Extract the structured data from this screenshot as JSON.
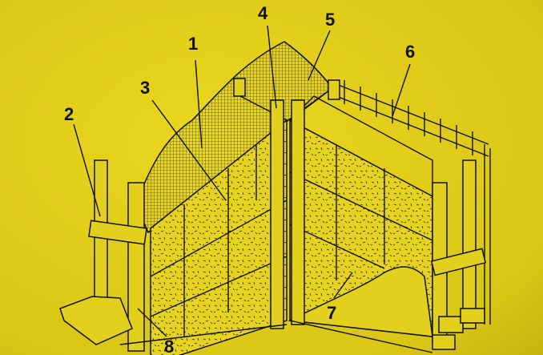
{
  "diagram": {
    "type": "straw bale wall construction illustration",
    "colors": {
      "paper": "#e3d01c",
      "ink": "#111111"
    },
    "labels": [
      {
        "id": "1",
        "text": "1"
      },
      {
        "id": "2",
        "text": "2"
      },
      {
        "id": "3",
        "text": "3"
      },
      {
        "id": "4",
        "text": "4"
      },
      {
        "id": "5",
        "text": "5"
      },
      {
        "id": "6",
        "text": "6"
      },
      {
        "id": "7",
        "text": "7"
      },
      {
        "id": "8",
        "text": "8"
      }
    ]
  }
}
